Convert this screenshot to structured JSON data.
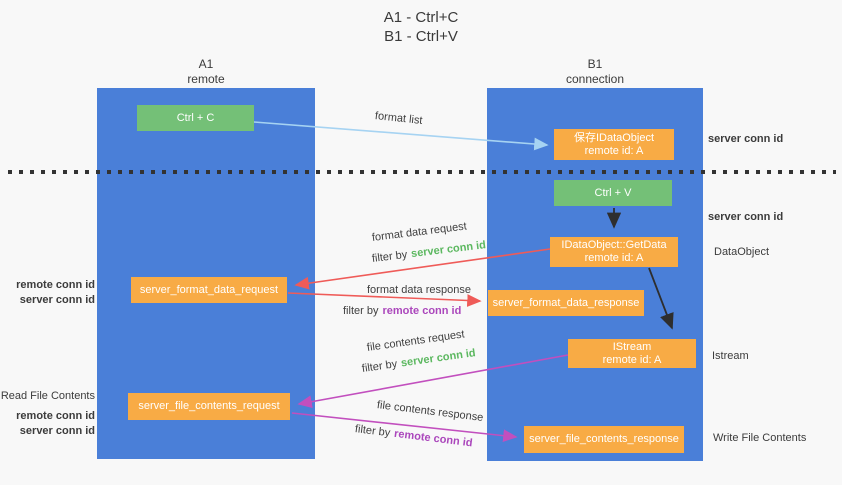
{
  "title": {
    "line1": "A1 - Ctrl+C",
    "line2": "B1 - Ctrl+V"
  },
  "lanes": {
    "left": {
      "name": "A1",
      "subtitle": "remote"
    },
    "right": {
      "name": "B1",
      "subtitle": "connection"
    }
  },
  "nodes": {
    "ctrl_c": {
      "label": "Ctrl + C"
    },
    "save_idataobject": {
      "line1": "保存IDataObject",
      "line2": "remote id: A"
    },
    "ctrl_v": {
      "label": "Ctrl + V"
    },
    "getdata": {
      "line1": "IDataObject::GetData",
      "line2": "remote id: A"
    },
    "server_format_data_request": {
      "label": "server_format_data_request"
    },
    "server_format_data_response": {
      "label": "server_format_data_response"
    },
    "istream": {
      "line1": "IStream",
      "line2": "remote id: A"
    },
    "server_file_contents_request": {
      "label": "server_file_contents_request"
    },
    "server_file_contents_response": {
      "label": "server_file_contents_response"
    }
  },
  "edge_labels": {
    "format_list": "format list",
    "format_data_request": "format data request",
    "format_data_response": "format data response",
    "file_contents_request": "file contents request",
    "file_contents_response": "file contents response",
    "filter_by": "filter by",
    "server_conn_id": "server conn id",
    "remote_conn_id": "remote conn id"
  },
  "side_labels": {
    "right_server_conn_id_top": "server conn id",
    "right_server_conn_id_mid": "server conn id",
    "right_dataobject": "DataObject",
    "right_istream": "Istream",
    "right_write_file_contents": "Write File Contents",
    "left_remote_conn_id_top": "remote conn id",
    "left_server_conn_id_top": "server conn id",
    "left_read_file_contents": "Read File Contents",
    "left_remote_conn_id_bottom": "remote conn id",
    "left_server_conn_id_bottom": "server conn id"
  },
  "colors": {
    "lane_blue": "#4a7fd8",
    "node_orange": "#f8ab45",
    "node_green": "#74c077",
    "green_text": "#5cb860",
    "purple_text": "#ab47bc",
    "red_arrow": "#ef5b58",
    "magenta_arrow": "#c24fbe",
    "light_blue_arrow": "#a6d3f2",
    "black_arrow": "#2e2e2e",
    "background": "#f8f8f8"
  }
}
